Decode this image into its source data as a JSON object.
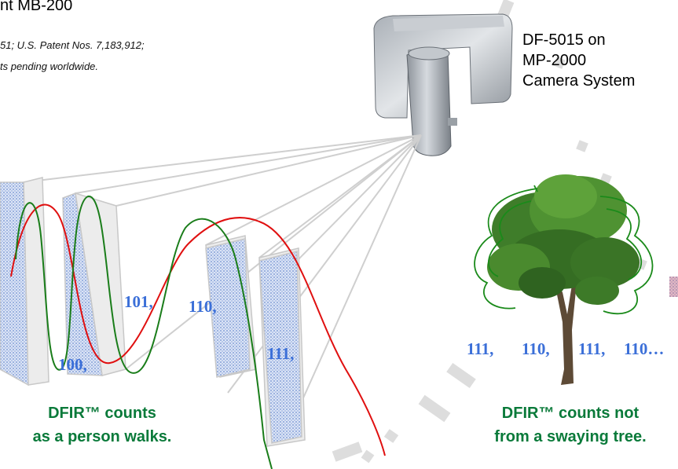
{
  "header": {
    "title_fragment": "nt MB-200",
    "patent_line_1": "51; U.S. Patent Nos. 7,183,912;",
    "patent_line_2": "ts pending worldwide."
  },
  "camera": {
    "label_line_1": "DF-5015 on",
    "label_line_2": "MP-2000",
    "label_line_3": "Camera System"
  },
  "person_scene": {
    "codes": [
      "100,",
      "101,",
      "110,",
      "111,"
    ],
    "caption_line_1": "DFIR™ counts",
    "caption_line_2": "as a person walks."
  },
  "tree_scene": {
    "codes": [
      "111,",
      "110,",
      "111,",
      "110…"
    ],
    "caption_line_1": "DFIR™ counts not",
    "caption_line_2": "from a swaying tree."
  },
  "colors": {
    "code_text": "#3b6fd8",
    "caption_text": "#0a7a3a",
    "red_wave": "#e01010",
    "green_wave": "#1a7d1a",
    "zone_fill": "#c8d6f0",
    "divider": "#dddddd"
  }
}
